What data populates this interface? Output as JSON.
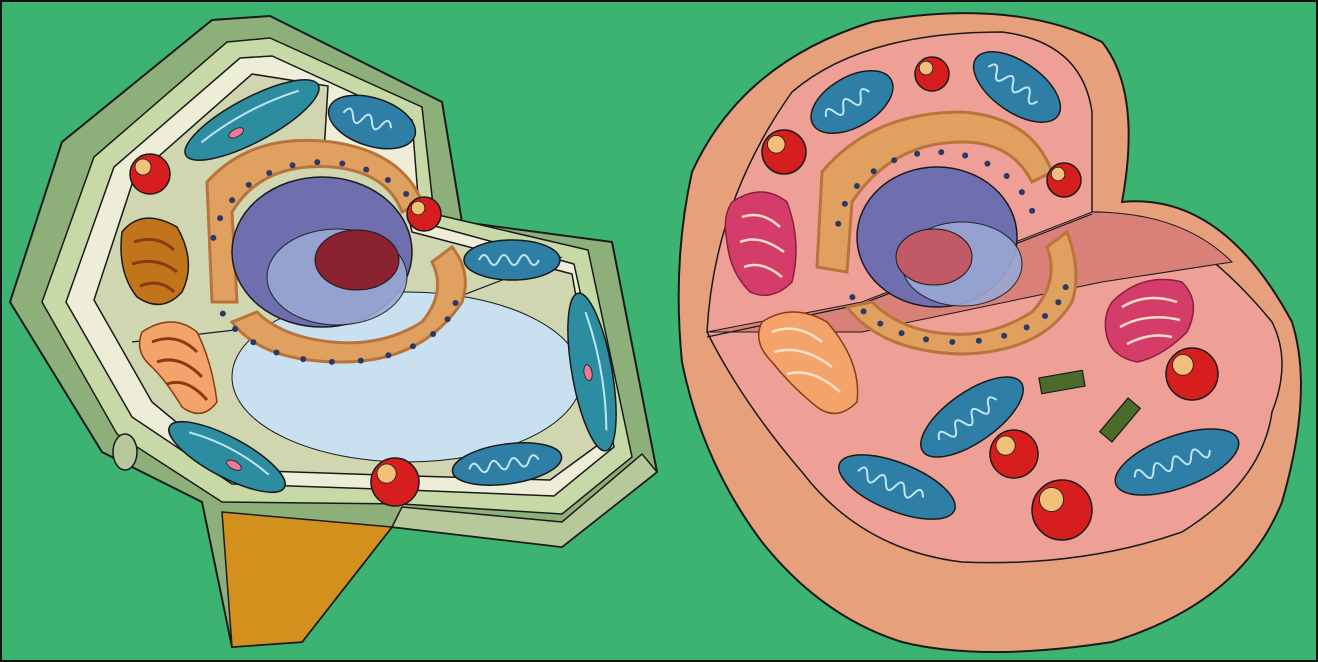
{
  "colors": {
    "background": "#3cb371",
    "outline": "#1a1a1a",
    "plant_wall_outer": "#8db07a",
    "plant_wall_inner": "#c8d9a8",
    "plant_wall_cream": "#eeeed8",
    "plant_cytoplasm": "#cfd6b0",
    "plant_side_face": "#b7c99a",
    "plant_cut_face": "#d4901c",
    "vacuole": "#c8e0f0",
    "nucleus_cut": "#6f6fb0",
    "nucleus_inner": "#9aa8d4",
    "nucleolus": "#8b2232",
    "er_fill": "#e0a060",
    "er_dark": "#b8743a",
    "er_dot": "#2a3a66",
    "mito_fill": "#2e7ea6",
    "mito_crista": "#bfe6f5",
    "chloroplast_fill": "#2c8ca0",
    "ribosome": "#d61e1e",
    "ribosome_core": "#f2c07a",
    "golgi_light": "#f4a46a",
    "golgi_dark": "#8a3a10",
    "amyloplast": "#c2741a",
    "animal_membrane": "#e6a17c",
    "animal_cytoplasm": "#ee9f96",
    "animal_cut_face": "#d98078",
    "lysosome_pink": "#d43c6a",
    "centriole": "#4a6b2a"
  },
  "organelles": {
    "plant_cell": [
      "cell-wall",
      "cell-membrane",
      "nucleus",
      "nucleolus",
      "rough-er",
      "golgi-apparatus",
      "mitochondrion",
      "chloroplast",
      "ribosome",
      "central-vacuole",
      "amyloplast"
    ],
    "animal_cell": [
      "cell-membrane",
      "nucleus",
      "nucleolus",
      "rough-er",
      "golgi-apparatus",
      "mitochondrion",
      "lysosome",
      "centriole",
      "ribosome"
    ]
  }
}
